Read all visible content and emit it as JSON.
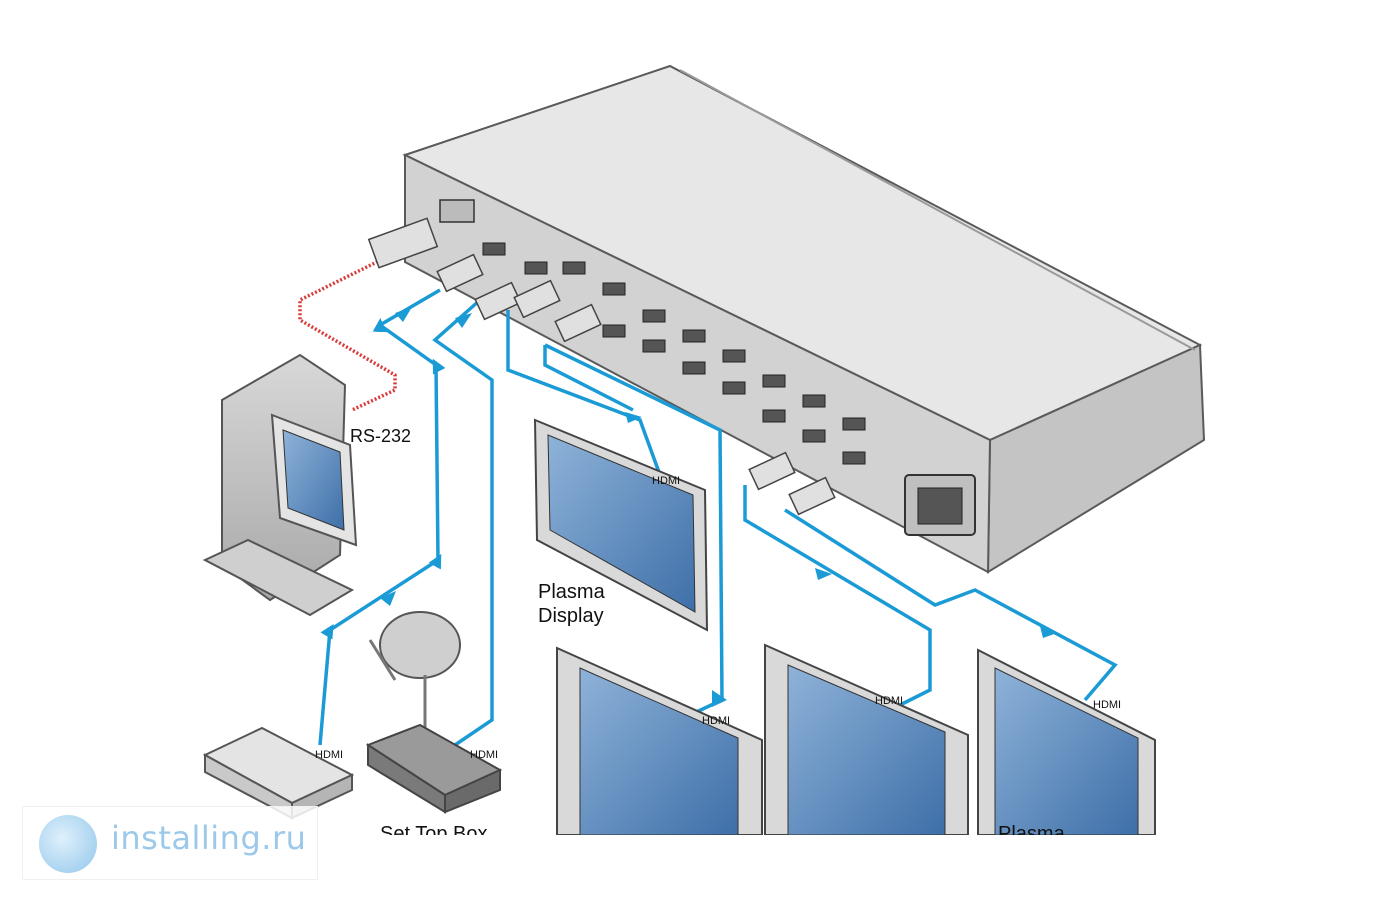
{
  "labels": {
    "rs232": "RS-232",
    "plasma_display_line1": "Plasma",
    "plasma_display_line2": "Display",
    "set_top_box": "Set Top Box",
    "plasma_partial": "Plasma",
    "hdmi": "HDMI"
  },
  "watermark": {
    "text": "installing.ru"
  },
  "colors": {
    "cable": "#1a9bd6",
    "serial_cable": "#d93a3a",
    "screen": "#4d7fb8"
  }
}
